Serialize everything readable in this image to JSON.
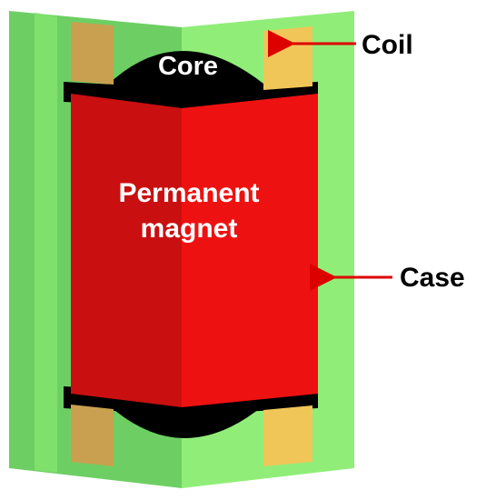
{
  "labels": {
    "core": "Core",
    "magnet_line1": "Permanent",
    "magnet_line2": "magnet",
    "coil": "Coil",
    "case": "Case"
  },
  "colors": {
    "case_light": "#90ee78",
    "case_dark": "#6dcf63",
    "coil_light": "#f0c659",
    "coil_dark": "#c9a04f",
    "core": "#000000",
    "magnet_light": "#ee1111",
    "magnet_dark": "#c90f10",
    "arrow": "#dd0000",
    "text": "#000000",
    "inner_text": "#ffffff"
  }
}
